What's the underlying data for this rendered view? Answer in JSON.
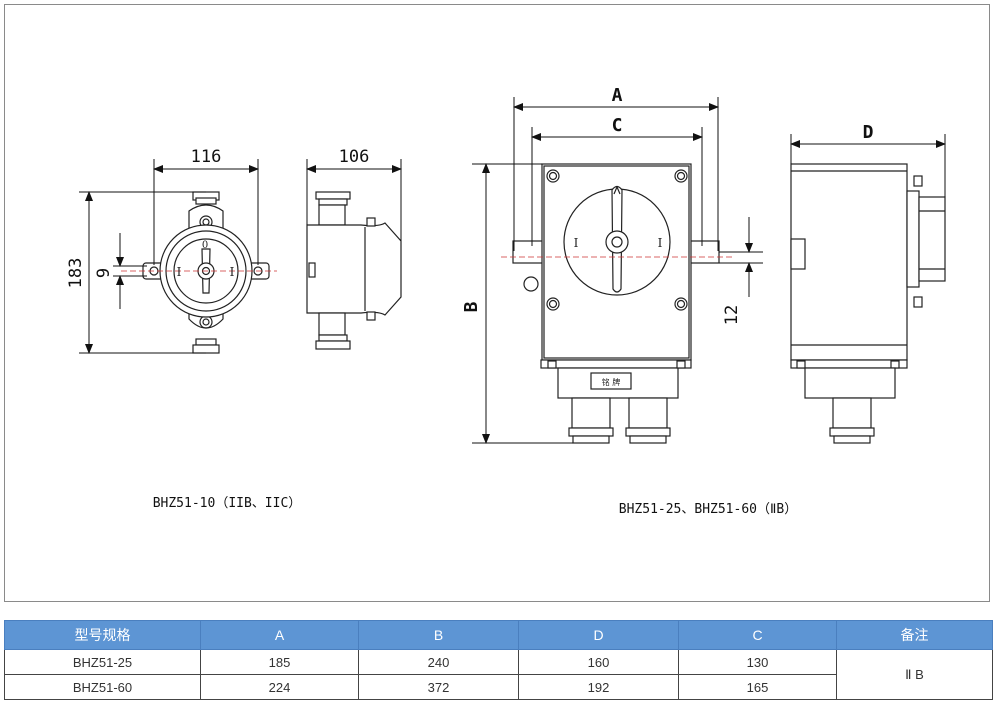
{
  "drawing": {
    "left_view": {
      "dim_width": "116",
      "dim_depth": "106",
      "dim_height": "183",
      "dim_offset": "9",
      "mark_0": "0",
      "mark_left": "I",
      "mark_right": "I",
      "caption": "BHZ51-10（IIB、IIC）"
    },
    "right_view": {
      "dim_a": "A",
      "dim_c": "C",
      "dim_d": "D",
      "dim_b": "B",
      "dim_offset": "12",
      "mark_left": "I",
      "mark_right": "I",
      "nameplate": "铭 牌",
      "caption": "BHZ51-25、BHZ51-60（ⅡB）"
    }
  },
  "table": {
    "headers": [
      "型号规格",
      "A",
      "B",
      "D",
      "C",
      "备注"
    ],
    "rows": [
      {
        "model": "BHZ51-25",
        "a": "185",
        "b": "240",
        "d": "160",
        "c": "130"
      },
      {
        "model": "BHZ51-60",
        "a": "224",
        "b": "372",
        "d": "192",
        "c": "165"
      }
    ],
    "remark": "Ⅱ B"
  }
}
